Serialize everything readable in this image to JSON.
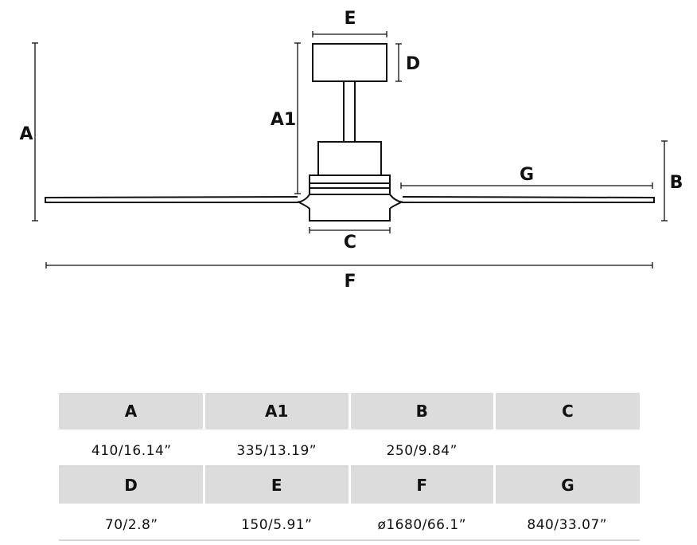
{
  "labels": {
    "A": "A",
    "A1": "A1",
    "B": "B",
    "C": "C",
    "D": "D",
    "E": "E",
    "F": "F",
    "G": "G"
  },
  "table": {
    "rows": [
      {
        "headers": [
          "A",
          "A1",
          "B",
          "C"
        ],
        "values": [
          "410/16.14”",
          "335/13.19”",
          "250/9.84”",
          ""
        ]
      },
      {
        "headers": [
          "D",
          "E",
          "F",
          "G"
        ],
        "values": [
          "70/2.8”",
          "150/5.91”",
          "ø1680/66.1”",
          "840/33.07”"
        ]
      }
    ]
  }
}
